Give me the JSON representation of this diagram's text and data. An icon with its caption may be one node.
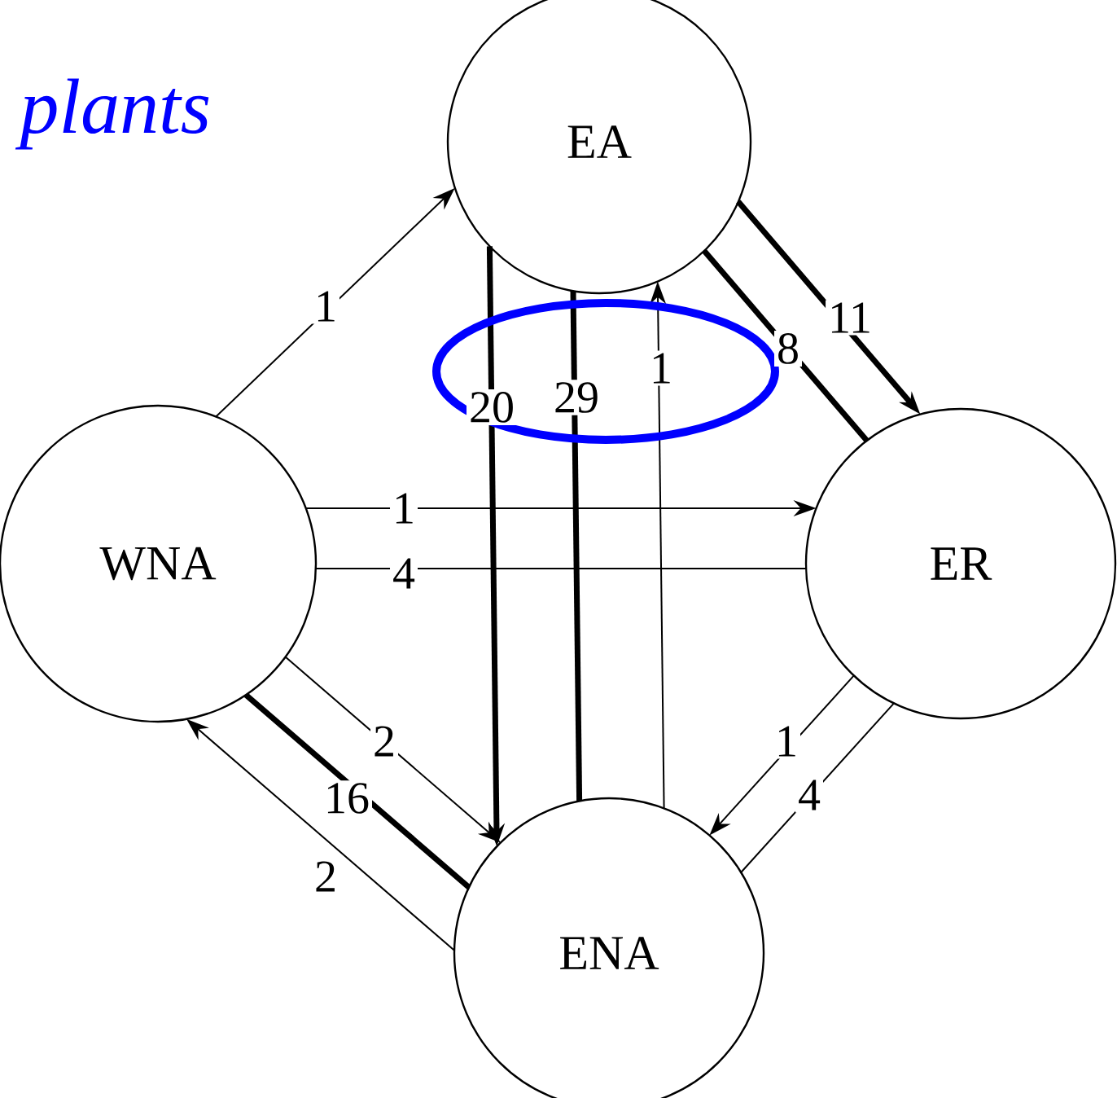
{
  "diagram": {
    "title": "plants",
    "nodes": [
      {
        "text": [
          "EA"
        ]
      },
      {
        "text": [
          "WNA"
        ]
      },
      {
        "text": [
          "ER"
        ]
      },
      {
        "text": [
          "ENA"
        ]
      }
    ],
    "edges": [
      {
        "from": 1,
        "to": 0,
        "arrow": "to",
        "label": "1"
      },
      {
        "from": 0,
        "to": 2,
        "arrow": "to",
        "label": "11",
        "style": "thick"
      },
      {
        "from": 2,
        "to": 0,
        "arrow": "none",
        "label": "8",
        "style": "thick"
      },
      {
        "from": 0,
        "to": 3,
        "arrow": "to",
        "label": "20",
        "style": "thick"
      },
      {
        "from": 0,
        "to": 3,
        "arrow": "none",
        "label": "29",
        "style": "thick"
      },
      {
        "from": 3,
        "to": 0,
        "arrow": "to",
        "label": "1"
      },
      {
        "from": 1,
        "to": 2,
        "arrow": "to",
        "label": "1"
      },
      {
        "from": 1,
        "to": 2,
        "arrow": "none",
        "label": "4"
      },
      {
        "from": 1,
        "to": 3,
        "arrow": "to",
        "label": "2"
      },
      {
        "from": 1,
        "to": 3,
        "arrow": "none",
        "label": "16",
        "style": "thick"
      },
      {
        "from": 3,
        "to": 1,
        "arrow": "to",
        "label": "2"
      },
      {
        "from": 2,
        "to": 3,
        "arrow": "to",
        "label": "1"
      },
      {
        "from": 2,
        "to": 3,
        "arrow": "none",
        "label": "4"
      }
    ]
  }
}
